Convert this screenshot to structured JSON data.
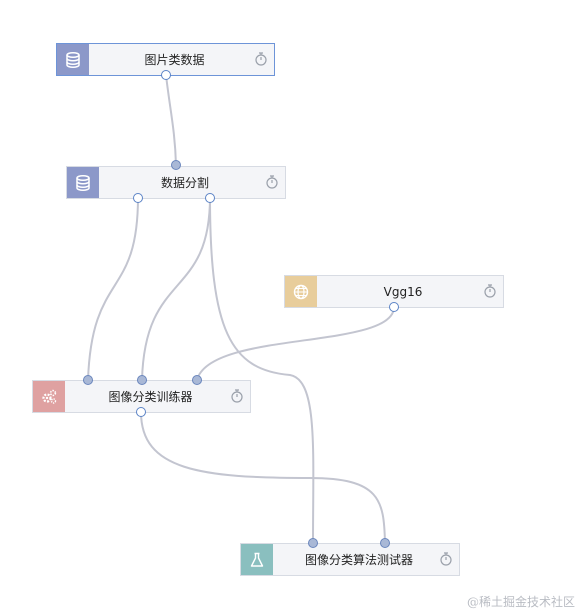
{
  "nodes": [
    {
      "label": "图片类数据",
      "icon": "database-icon",
      "color": "#8c98c9"
    },
    {
      "label": "数据分割",
      "icon": "database-icon",
      "color": "#8c98c9"
    },
    {
      "label": "Vgg16",
      "icon": "globe-icon",
      "color": "#e8cd9b"
    },
    {
      "label": "图像分类训练器",
      "icon": "gears-icon",
      "color": "#dfa1a1"
    },
    {
      "label": "图像分类算法测试器",
      "icon": "flask-icon",
      "color": "#8abfbf"
    }
  ],
  "watermark": "@稀土掘金技术社区"
}
